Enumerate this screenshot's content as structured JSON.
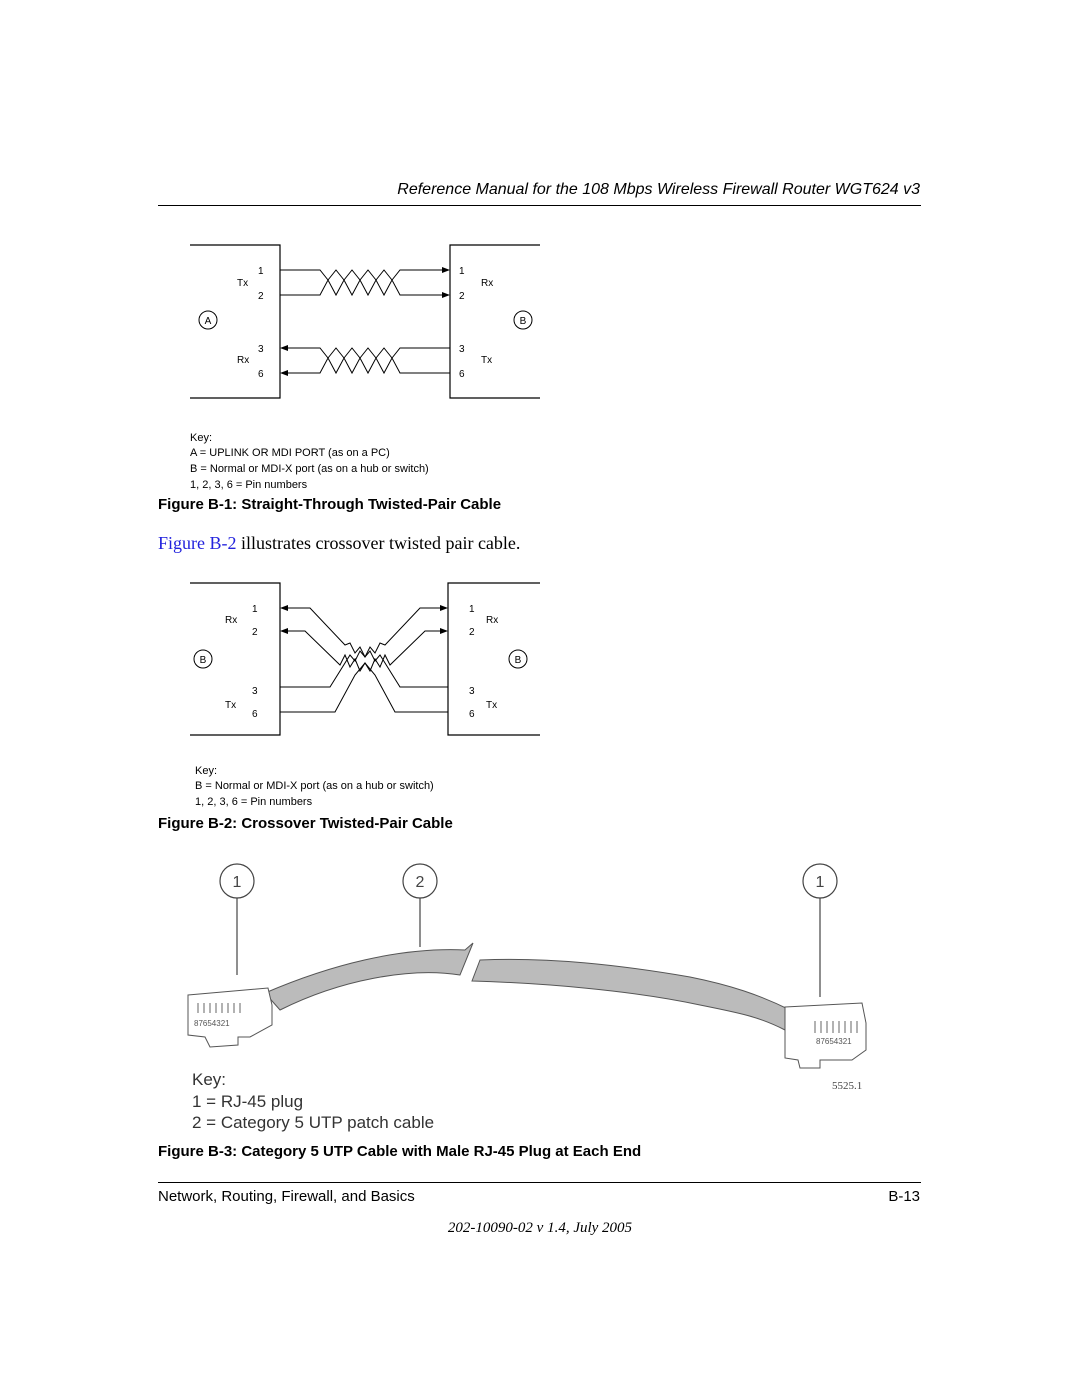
{
  "header": {
    "title": "Reference Manual for the 108 Mbps Wireless Firewall Router WGT624 v3"
  },
  "figure1": {
    "caption": "Figure B-1:  Straight-Through Twisted-Pair Cable",
    "left_label": "A",
    "right_label": "B",
    "left_top_signal": "Tx",
    "left_bottom_signal": "Rx",
    "right_top_signal": "Rx",
    "right_bottom_signal": "Tx",
    "pins": [
      "1",
      "2",
      "3",
      "6"
    ],
    "key_title": "Key:",
    "key_lines": [
      "A = UPLINK OR MDI PORT (as on a PC)",
      "B = Normal or MDI-X port (as on a hub or switch)",
      "1, 2, 3, 6 = Pin numbers"
    ]
  },
  "paragraph": {
    "link_text": "Figure B-2",
    "text": " illustrates crossover twisted pair cable."
  },
  "figure2": {
    "caption": "Figure B-2:  Crossover Twisted-Pair Cable",
    "left_label": "B",
    "right_label": "B",
    "left_top_signal": "Rx",
    "left_bottom_signal": "Tx",
    "right_top_signal": "Rx",
    "right_bottom_signal": "Tx",
    "pins": [
      "1",
      "2",
      "3",
      "6"
    ],
    "key_title": "Key:",
    "key_lines": [
      "B = Normal or MDI-X port (as on a hub or switch)",
      "1, 2, 3, 6 = Pin numbers"
    ]
  },
  "figure3": {
    "caption": "Figure B-3:  Category 5 UTP Cable with Male RJ-45 Plug at Each End",
    "callouts": [
      "1",
      "2",
      "1"
    ],
    "pin_order_label": "87654321",
    "figure_number": "5525.1",
    "key_title": "Key:",
    "key_lines": [
      "1 = RJ-45 plug",
      "2 = Category 5 UTP patch cable"
    ]
  },
  "footer": {
    "section": "Network, Routing, Firewall, and Basics",
    "page": "B-13",
    "version": "202-10090-02 v 1.4, July 2005"
  }
}
